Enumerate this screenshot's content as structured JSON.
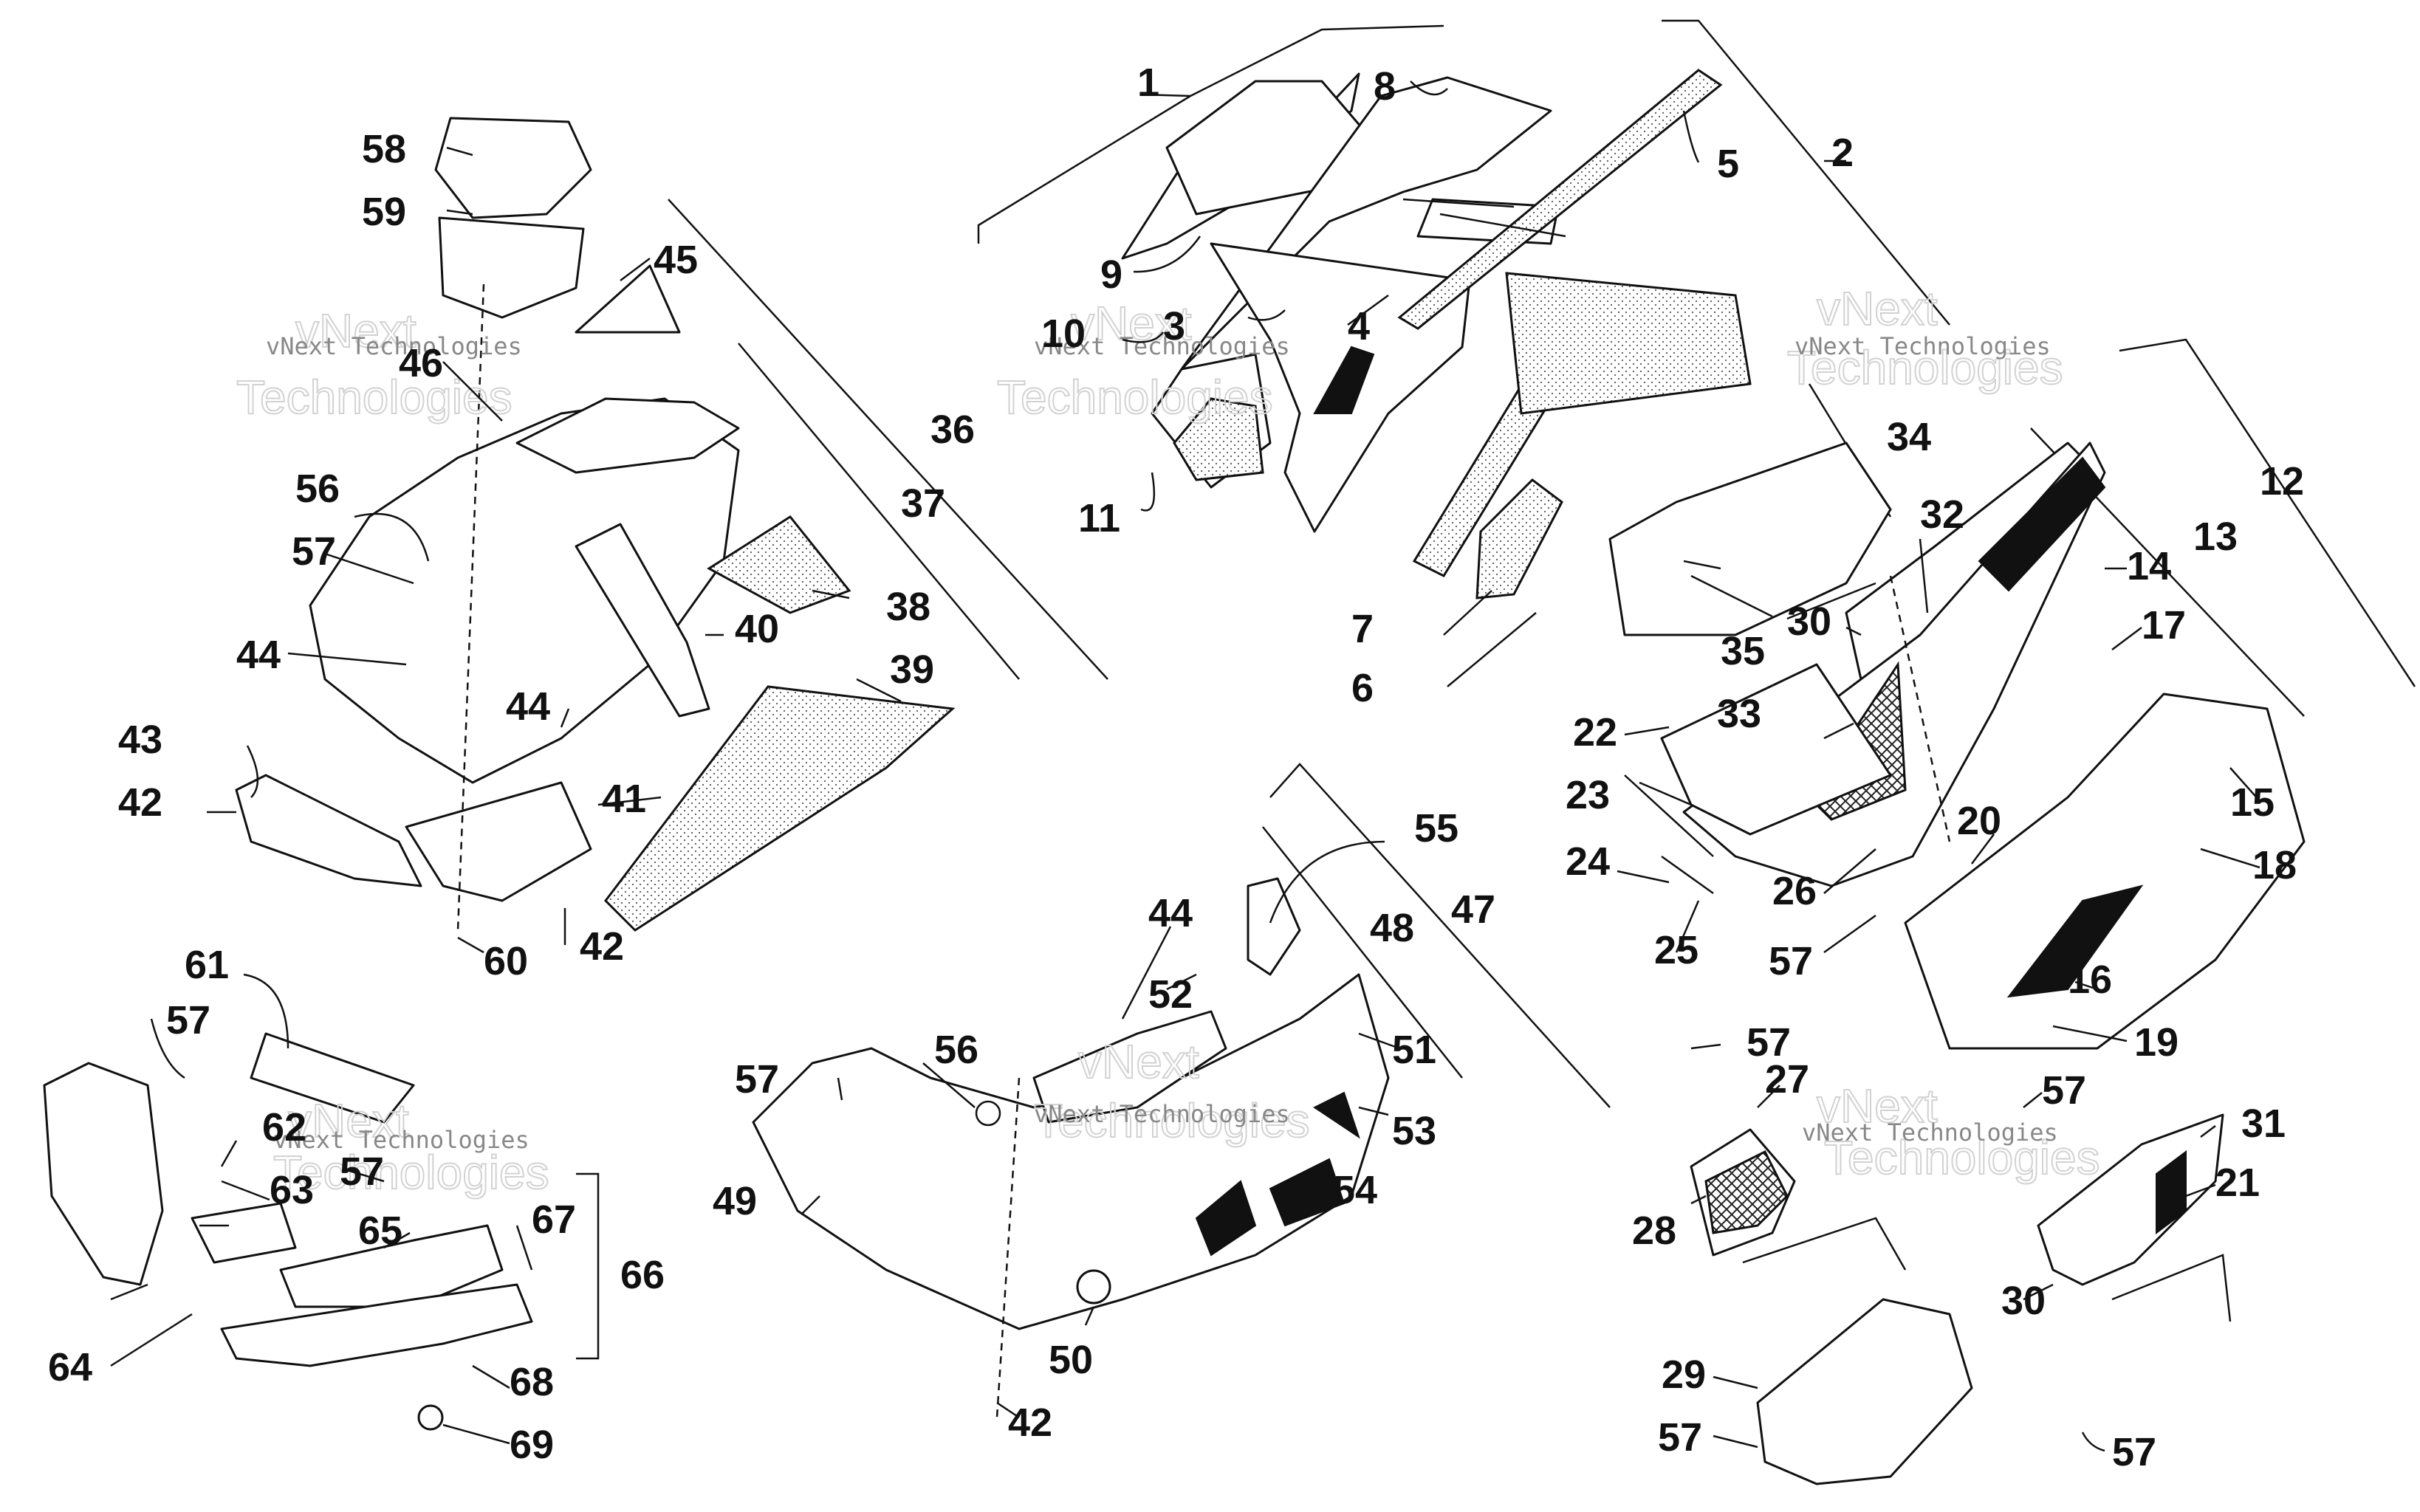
{
  "callouts": [
    "1",
    "2",
    "3",
    "4",
    "5",
    "6",
    "7",
    "8",
    "9",
    "10",
    "11",
    "12",
    "13",
    "14",
    "15",
    "16",
    "17",
    "18",
    "19",
    "20",
    "21",
    "22",
    "23",
    "24",
    "25",
    "26",
    "27",
    "28",
    "29",
    "30",
    "31",
    "32",
    "33",
    "34",
    "35",
    "36",
    "37",
    "38",
    "39",
    "40",
    "41",
    "42",
    "43",
    "44",
    "45",
    "46",
    "47",
    "48",
    "49",
    "50",
    "51",
    "52",
    "53",
    "54",
    "55",
    "56",
    "57",
    "58",
    "59",
    "60",
    "61",
    "62",
    "63",
    "64",
    "65",
    "66",
    "67",
    "68",
    "69"
  ],
  "watermark": {
    "line1": "vNext Technologies",
    "word_a": "vNext",
    "word_b": "Technologies"
  }
}
